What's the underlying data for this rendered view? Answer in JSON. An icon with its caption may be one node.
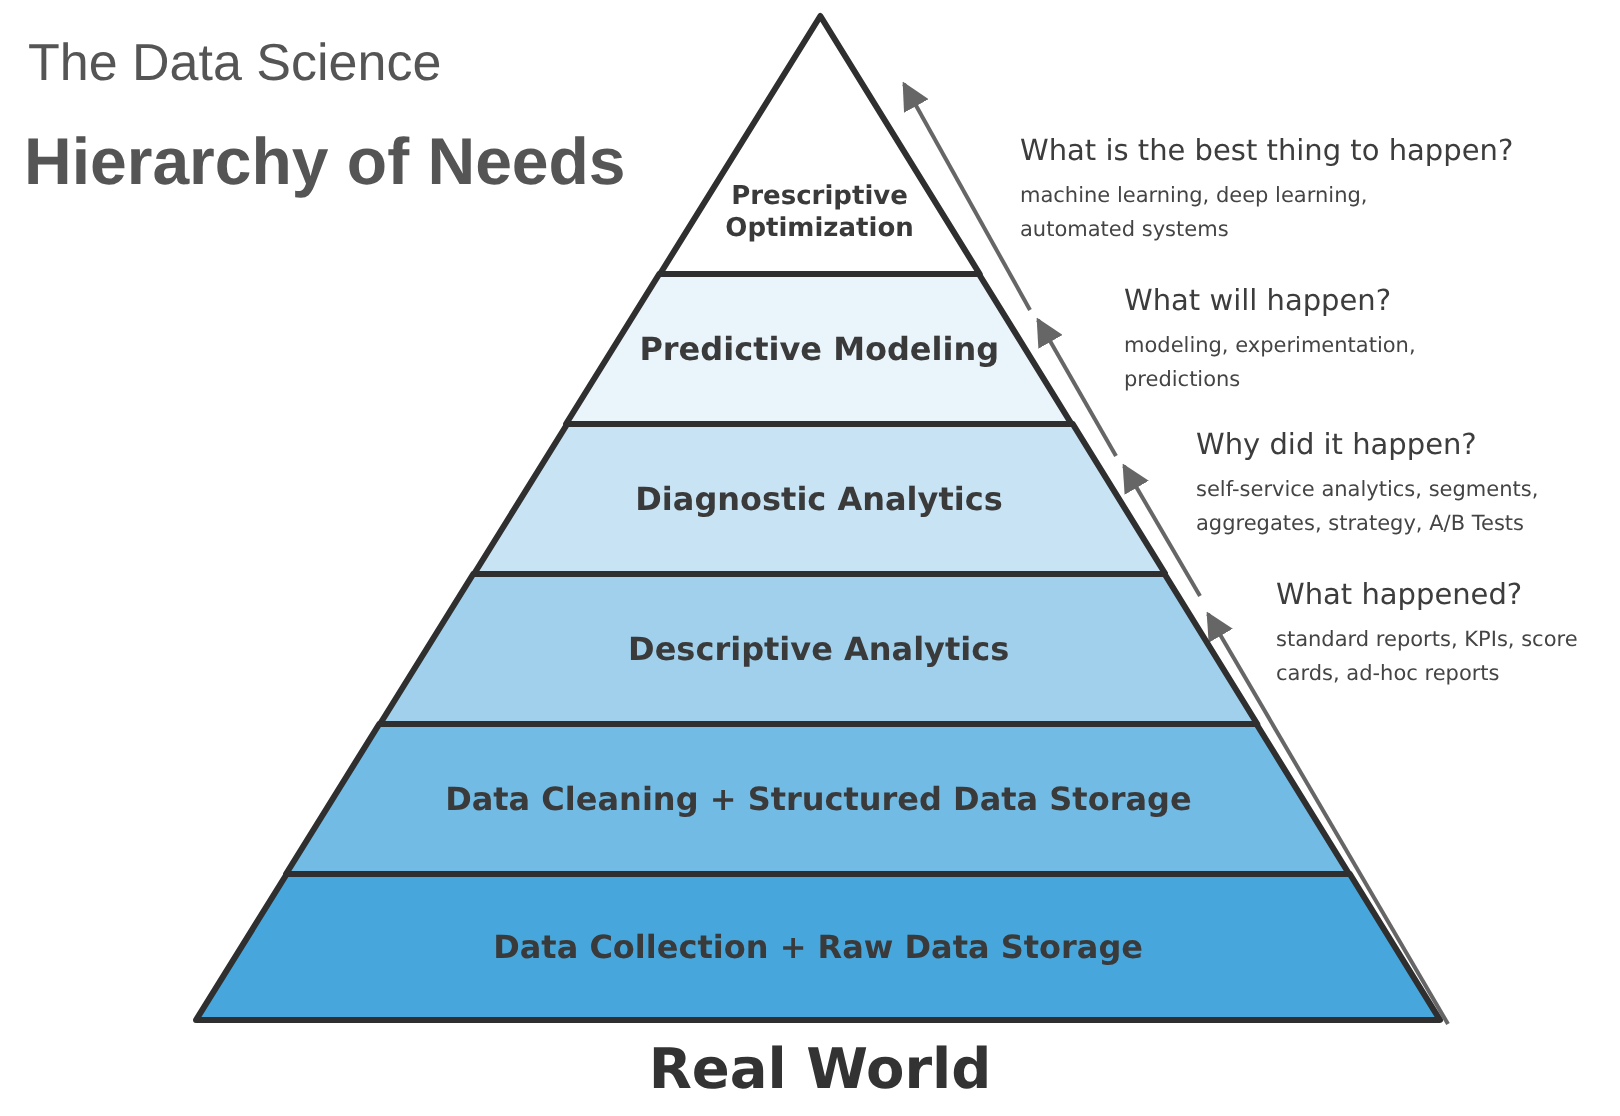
{
  "diagram": {
    "title": "Hierarchy of Needs",
    "nodes": [
      {
        "text": [
          "Prescriptive Optimization"
        ],
        "beside": [
          "What is the best thing to happen?",
          "machine learning, deep learning, automated systems"
        ]
      },
      {
        "text": [
          "Predictive Modeling"
        ],
        "beside": [
          "What will happen?",
          "modeling, experimentation, predictions"
        ]
      },
      {
        "text": [
          "Diagnostic Analytics"
        ],
        "beside": [
          "Why did it happen?",
          "self-service analytics, segments, aggregates, strategy, A/B Tests"
        ]
      },
      {
        "text": [
          "Descriptive Analytics"
        ],
        "beside": [
          "What happened?",
          "standard reports, KPIs, score cards, ad-hoc reports"
        ]
      },
      {
        "text": [
          "Data Cleaning + Structured Data Storage"
        ]
      },
      {
        "text": [
          "Data Collection + Raw Data Storage"
        ]
      }
    ],
    "labels": [
      "The Data Science",
      "Real World"
    ]
  }
}
